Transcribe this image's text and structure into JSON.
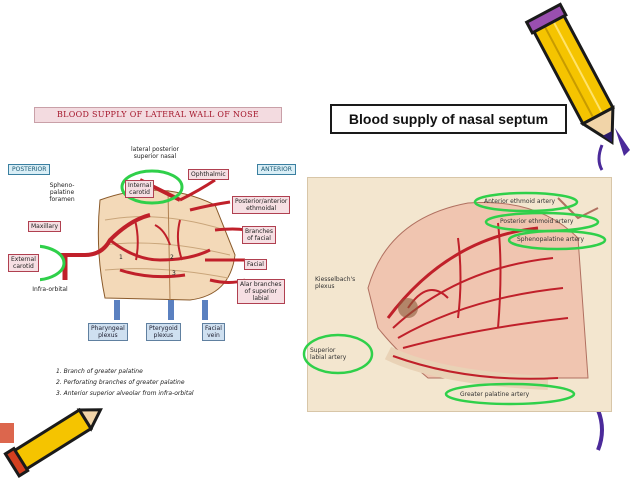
{
  "left_diagram": {
    "title": "BLOOD SUPPLY OF LATERAL WALL OF NOSE",
    "posterior": "POSTERIOR",
    "anterior": "ANTERIOR",
    "labels": {
      "lateral_posterior_nasal": "lateral posterior\nsuperior nasal",
      "ophthalmic": "Ophthalmic",
      "spheno_palatine": "Spheno-\npalatine\nforamen",
      "internal_carotid": "Internal\ncarotid",
      "post_ant_ethmoidal": "Posterior/anterior\nethmoidal",
      "maxillary": "Maxillary",
      "branches_facial": "Branches\nof facial",
      "external_carotid": "External\ncarotid",
      "facial": "Facial",
      "infra_orbital": "Infra-orbital",
      "alar_branches": "Alar branches\nof superior\nlabial",
      "pharyngeal_plexus": "Pharyngeal\nplexus",
      "pterygoid_plexus": "Pterygoid\nplexus",
      "facial_vein": "Facial\nvein",
      "num1": "1",
      "num2": "2",
      "num3": "3"
    },
    "footnotes": [
      "1. Branch of greater palatine",
      "2. Perforating branches of greater palatine",
      "3. Anterior superior alveolar from infra-orbital"
    ]
  },
  "right_diagram": {
    "title": "Blood supply of nasal septum",
    "labels": {
      "anterior_ethmoid": "Anterior ethmoid artery",
      "posterior_ethmoid": "Posterior ethmoid artery",
      "sphenopalatine": "Sphenopalatine artery",
      "kiesselbach": "Kiesselbach's\nplexus",
      "superior_labial": "Superior\nlabial artery",
      "greater_palatine": "Greater palatine artery"
    }
  },
  "colors": {
    "artery_red": "#c0202a",
    "highlight_green": "#2fd04a",
    "pencil_yellow": "#f5c400",
    "accent_purple": "#4b2a9a"
  }
}
